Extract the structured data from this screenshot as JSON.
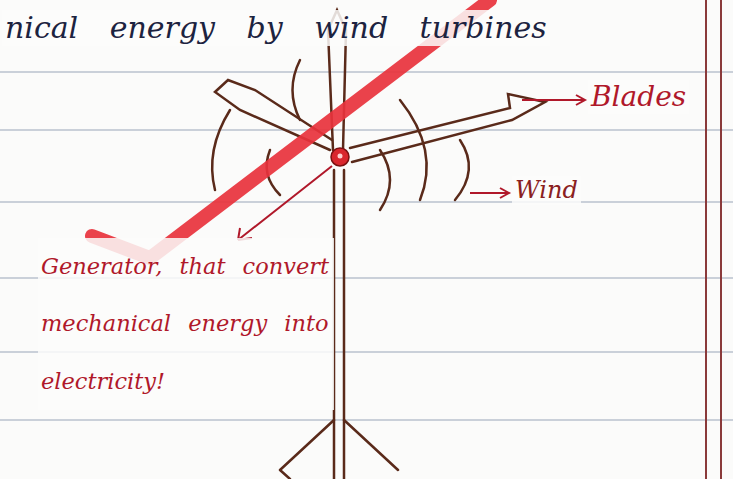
{
  "diagram": {
    "labels": [
      "nical energy by wind turbines",
      "Blades",
      "Wind",
      "Generator, that convert mechanical energy into electricity!"
    ]
  }
}
